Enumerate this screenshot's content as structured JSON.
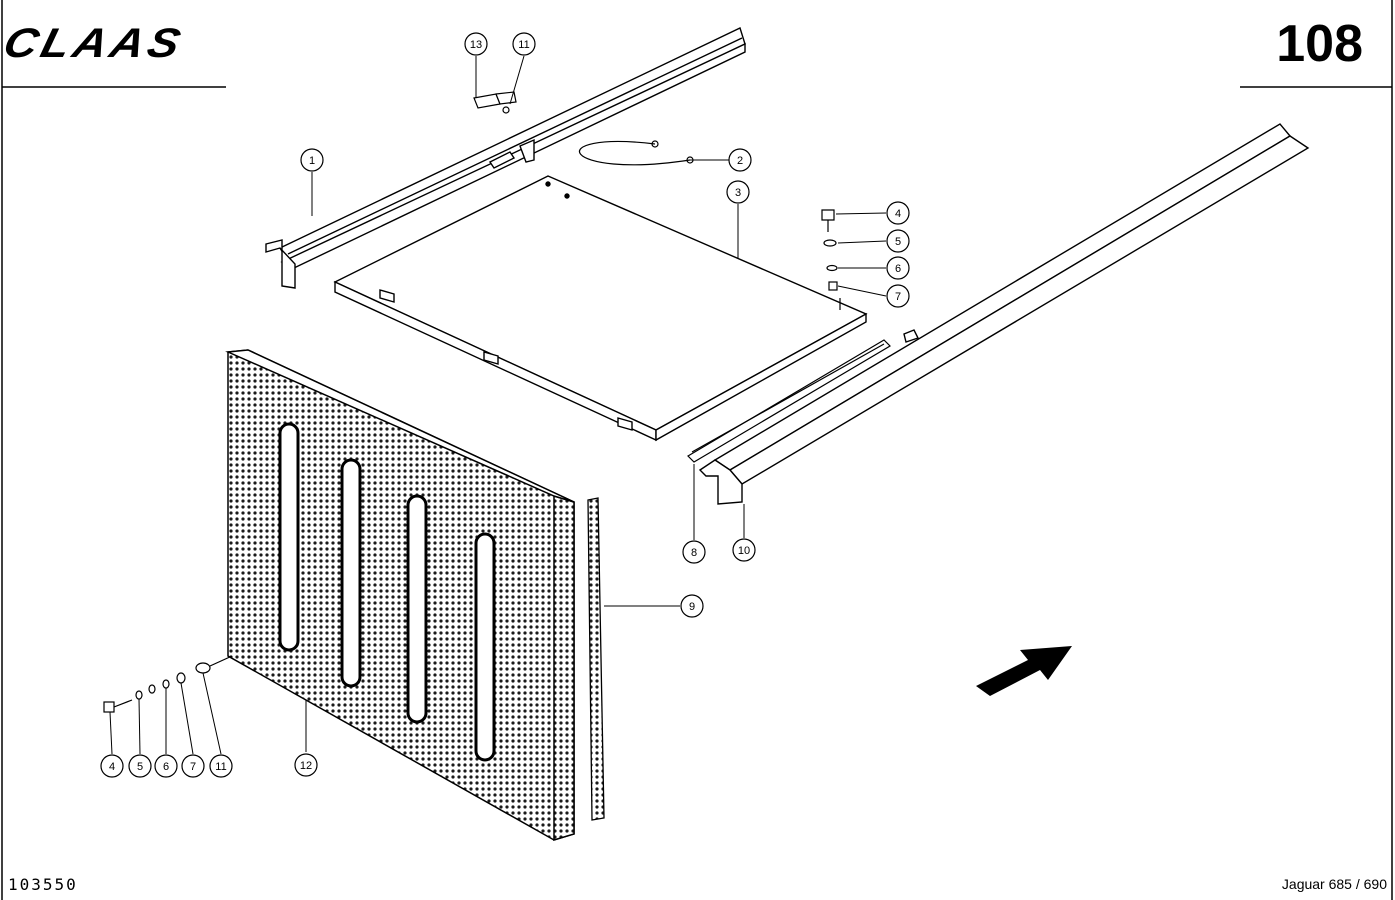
{
  "header": {
    "brand": "CLAAS",
    "page_number": "108"
  },
  "footer": {
    "document_number": "103550",
    "model": "Jaguar 685 / 690"
  },
  "callouts": [
    "1",
    "2",
    "3",
    "4",
    "5",
    "6",
    "7",
    "8",
    "9",
    "10",
    "11",
    "12",
    "13"
  ],
  "parts": {
    "side_rail": "rail",
    "panel": "board",
    "screen": "perforated"
  },
  "colors": {
    "ink": "#000000",
    "paper": "#ffffff",
    "screen_fill": "#1a1a1a"
  }
}
